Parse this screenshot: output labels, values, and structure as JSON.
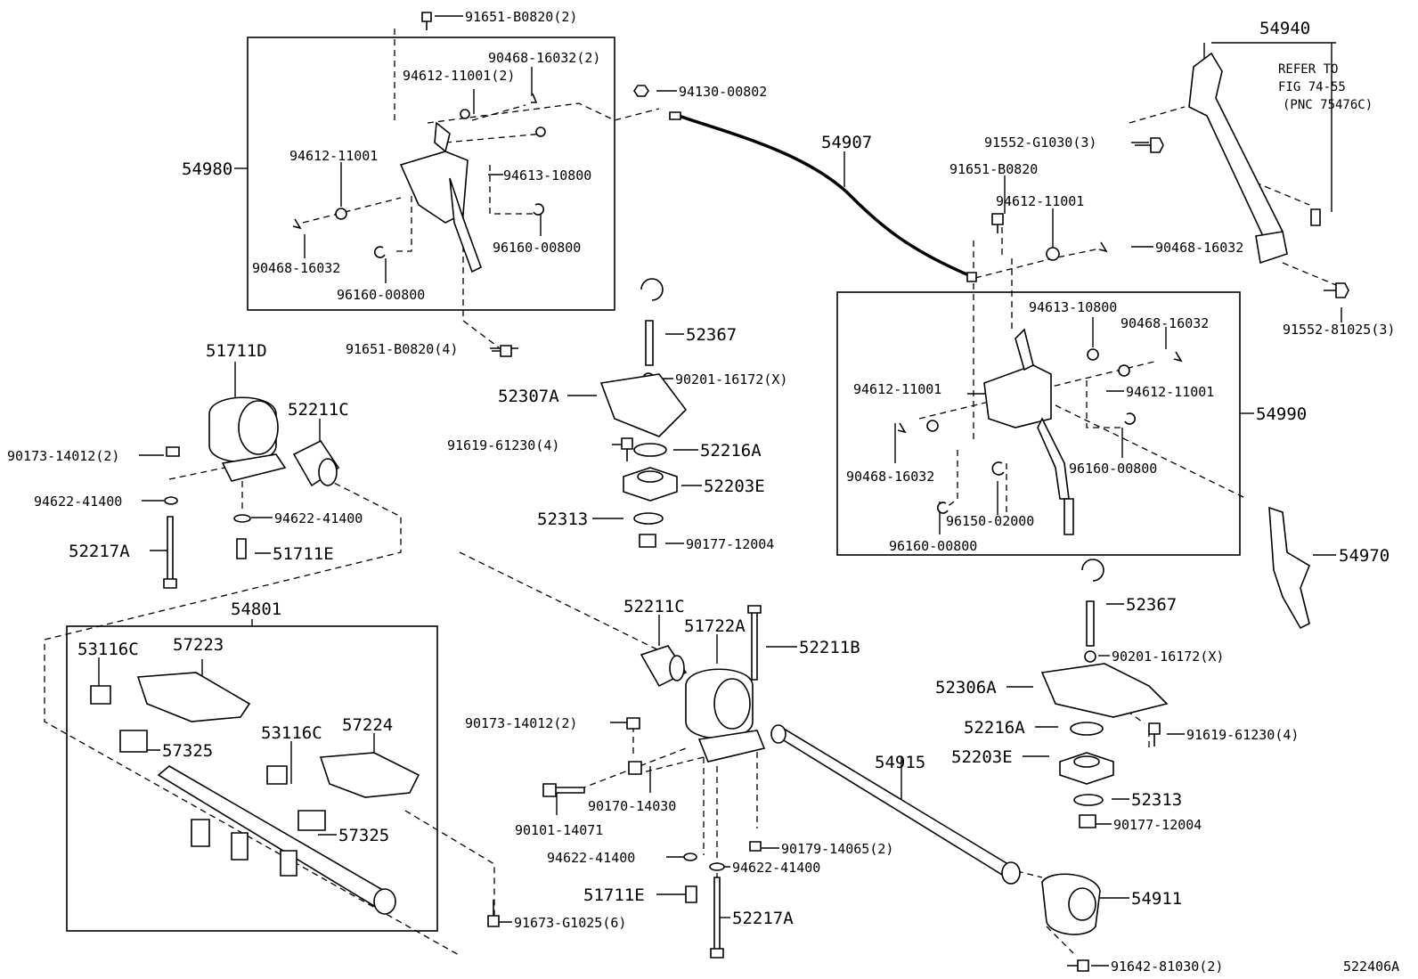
{
  "figure_code": "522406A",
  "note": [
    "REFER TO",
    "FIG 74-55",
    "(PNC 75476C)"
  ],
  "labels": {
    "l54980": "54980",
    "l91651_b0820_2": "91651-B0820(2)",
    "l90468_16032_2": "90468-16032(2)",
    "l94612_11001_2": "94612-11001(2)",
    "l94612_11001_a": "94612-11001",
    "l94613_10800_a": "94613-10800",
    "l96160_00800_a": "96160-00800",
    "l90468_16032_a": "90468-16032",
    "l96160_00800_b": "96160-00800",
    "l91651_b0820_4": "91651-B0820(4)",
    "l94130_00802": "94130-00802",
    "l54907": "54907",
    "l91552_g1030_3": "91552-G1030(3)",
    "l91651_b0820": "91651-B0820",
    "l94612_11001_b": "94612-11001",
    "l90468_16032_b": "90468-16032",
    "l54940": "54940",
    "l91552_81025_3": "91552-81025(3)",
    "l52367_a": "52367",
    "l90201_16172_a": "90201-16172(X)",
    "l52307a": "52307A",
    "l91619_61230_a": "91619-61230(4)",
    "l52216a_a": "52216A",
    "l52203e_a": "52203E",
    "l52313_a": "52313",
    "l90177_12004_a": "90177-12004",
    "l94613_10800_b": "94613-10800",
    "l90468_16032_c": "90468-16032",
    "l94612_11001_c": "94612-11001",
    "l94612_11001_d": "94612-11001",
    "l54990": "54990",
    "l90468_16032_d": "90468-16032",
    "l96160_00800_c": "96160-00800",
    "l96150_02000": "96150-02000",
    "l96160_00800_d": "96160-00800",
    "l54970": "54970",
    "l51711d": "51711D",
    "l52211c_a": "52211C",
    "l90173_14012_a": "90173-14012(2)",
    "l94622_41400_a": "94622-41400",
    "l94622_41400_b": "94622-41400",
    "l52217a_a": "52217A",
    "l51711e_a": "51711E",
    "l54801": "54801",
    "l53116c_a": "53116C",
    "l57223": "57223",
    "l57325_a": "57325",
    "l53116c_b": "53116C",
    "l57224": "57224",
    "l57325_b": "57325",
    "l91673_g1025_6": "91673-G1025(6)",
    "l52211c_b": "52211C",
    "l51722a": "51722A",
    "l52211b": "52211B",
    "l90173_14012_b": "90173-14012(2)",
    "l90170_14030": "90170-14030",
    "l90101_14071": "90101-14071",
    "l94622_41400_c": "94622-41400",
    "l94622_41400_d": "94622-41400",
    "l90179_14065_2": "90179-14065(2)",
    "l51711e_b": "51711E",
    "l52217a_b": "52217A",
    "l54915": "54915",
    "l54911": "54911",
    "l91642_81030_2": "91642-81030(2)",
    "l52367_b": "52367",
    "l90201_16172_b": "90201-16172(X)",
    "l52306a": "52306A",
    "l52216a_b": "52216A",
    "l91619_61230_b": "91619-61230(4)",
    "l52203e_b": "52203E",
    "l52313_b": "52313",
    "l90177_12004_b": "90177-12004"
  }
}
